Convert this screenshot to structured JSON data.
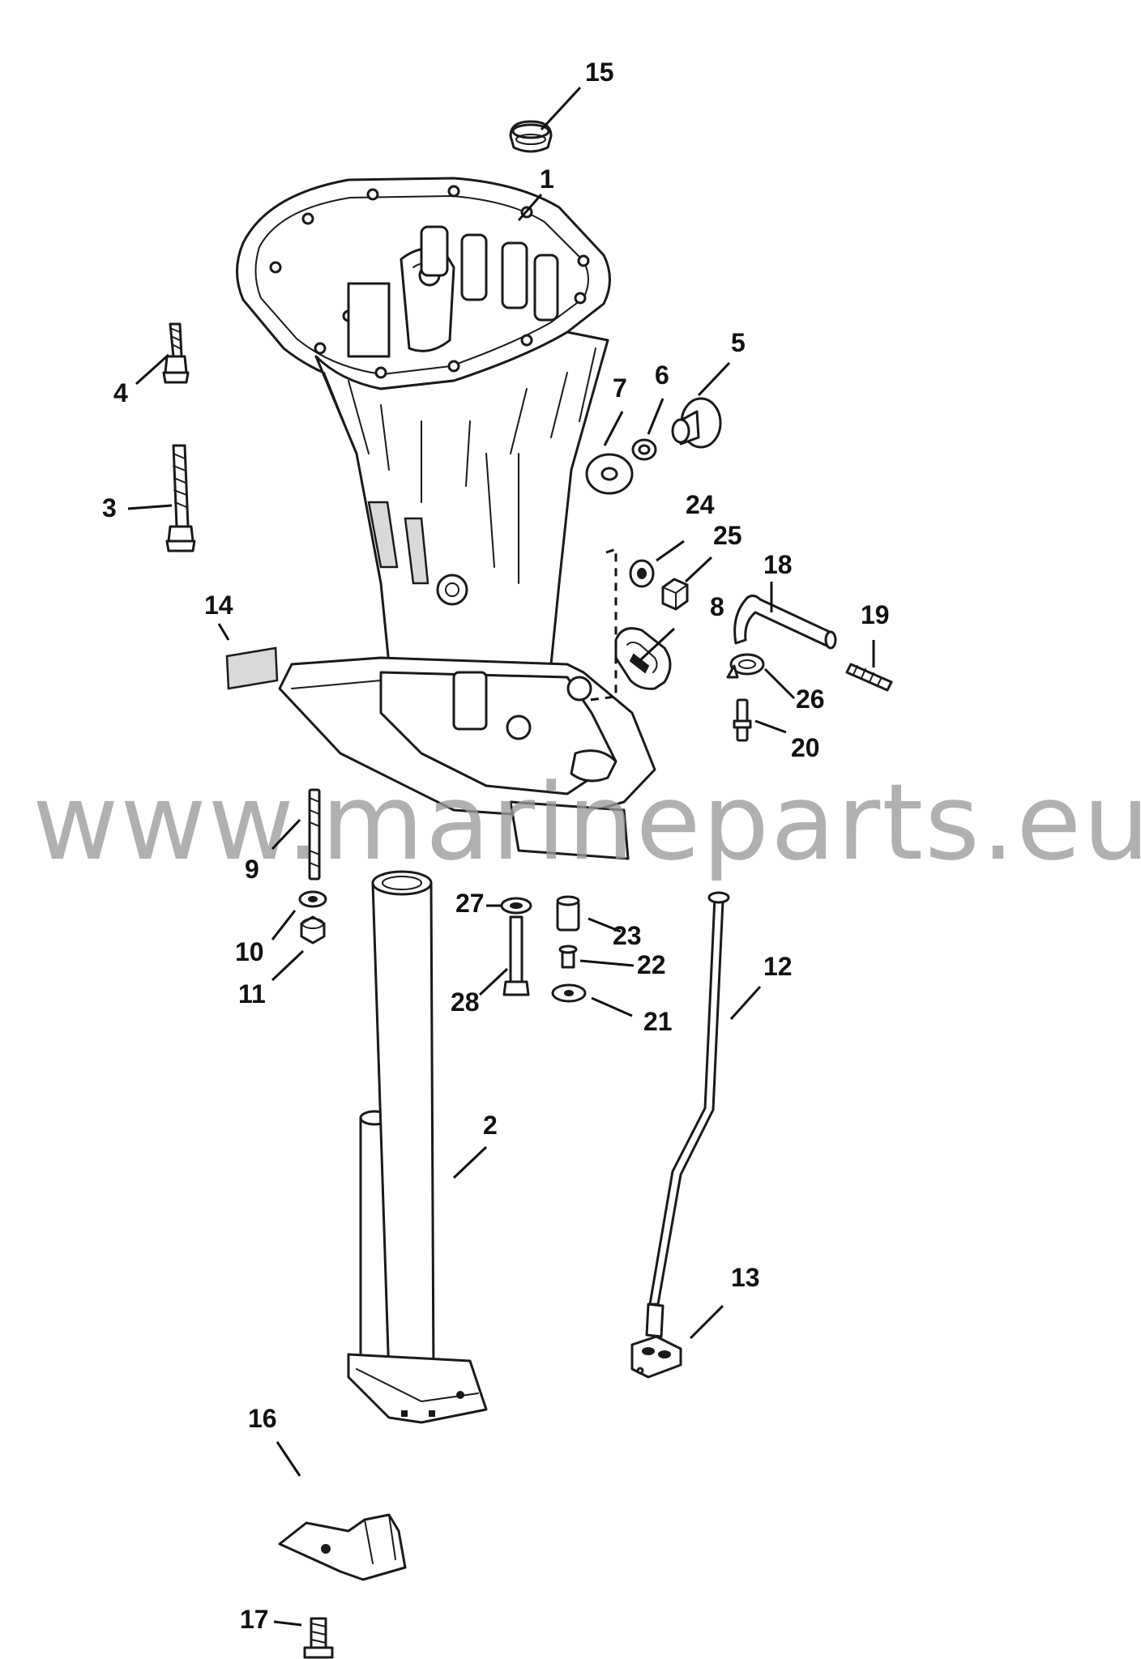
{
  "watermark": "www.marineparts.eu",
  "callouts": {
    "c1": "1",
    "c2": "2",
    "c3": "3",
    "c4": "4",
    "c5": "5",
    "c6": "6",
    "c7": "7",
    "c8": "8",
    "c9": "9",
    "c10": "10",
    "c11": "11",
    "c12": "12",
    "c13": "13",
    "c14": "14",
    "c15": "15",
    "c16": "16",
    "c17": "17",
    "c18": "18",
    "c19": "19",
    "c20": "20",
    "c21": "21",
    "c22": "22",
    "c23": "23",
    "c24": "24",
    "c25": "25",
    "c26": "26",
    "c27": "27",
    "c28": "28"
  }
}
